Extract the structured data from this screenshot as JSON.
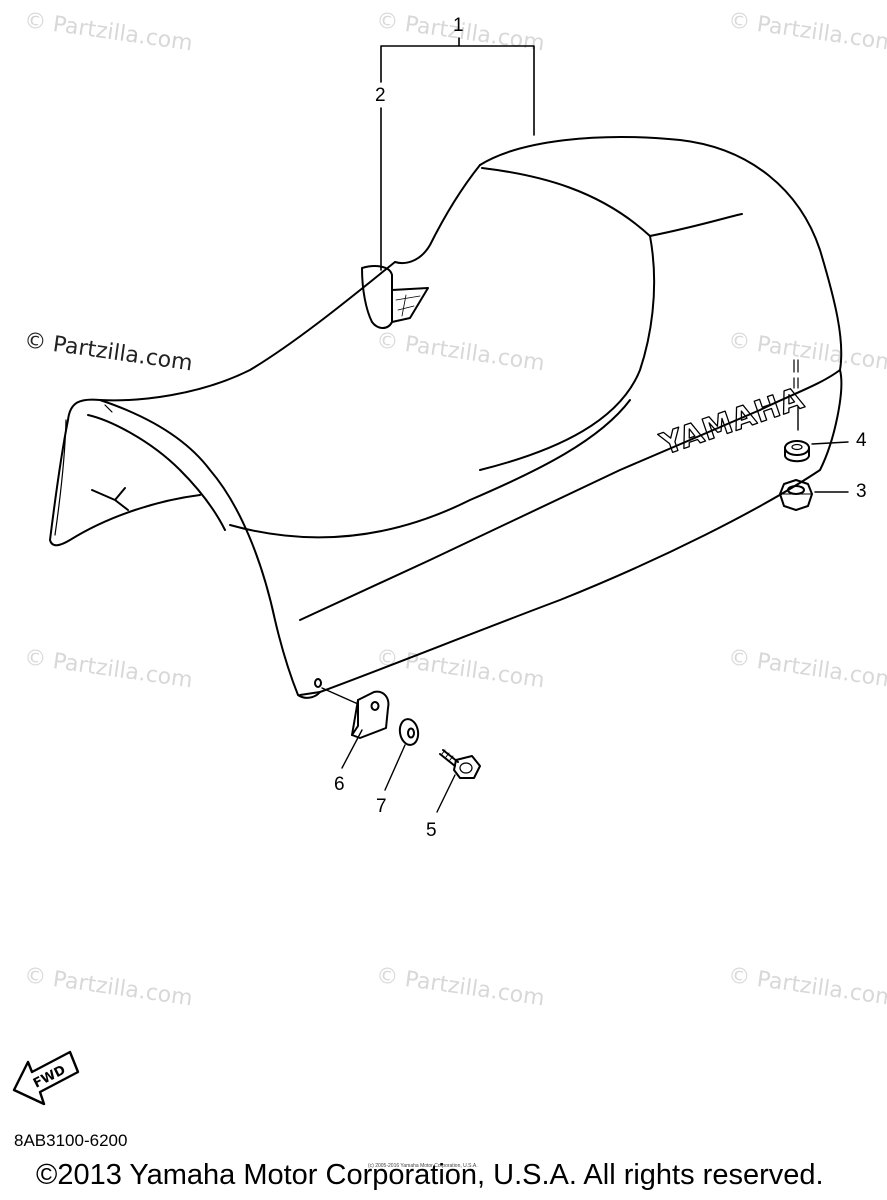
{
  "watermark": "© Partzilla.com",
  "callouts": {
    "c1": "1",
    "c2": "2",
    "c3": "3",
    "c4": "4",
    "c5": "5",
    "c6": "6",
    "c7": "7"
  },
  "seat_brand": "YAMAHA",
  "direction_label": "FWD",
  "part_code": "8AB3100-6200",
  "copyright_small": "(c) 2005-2016 Yamaha Motor Corporation, U.S.A.",
  "copyright": "©2013 Yamaha Motor Corporation, U.S.A. All rights reserved."
}
